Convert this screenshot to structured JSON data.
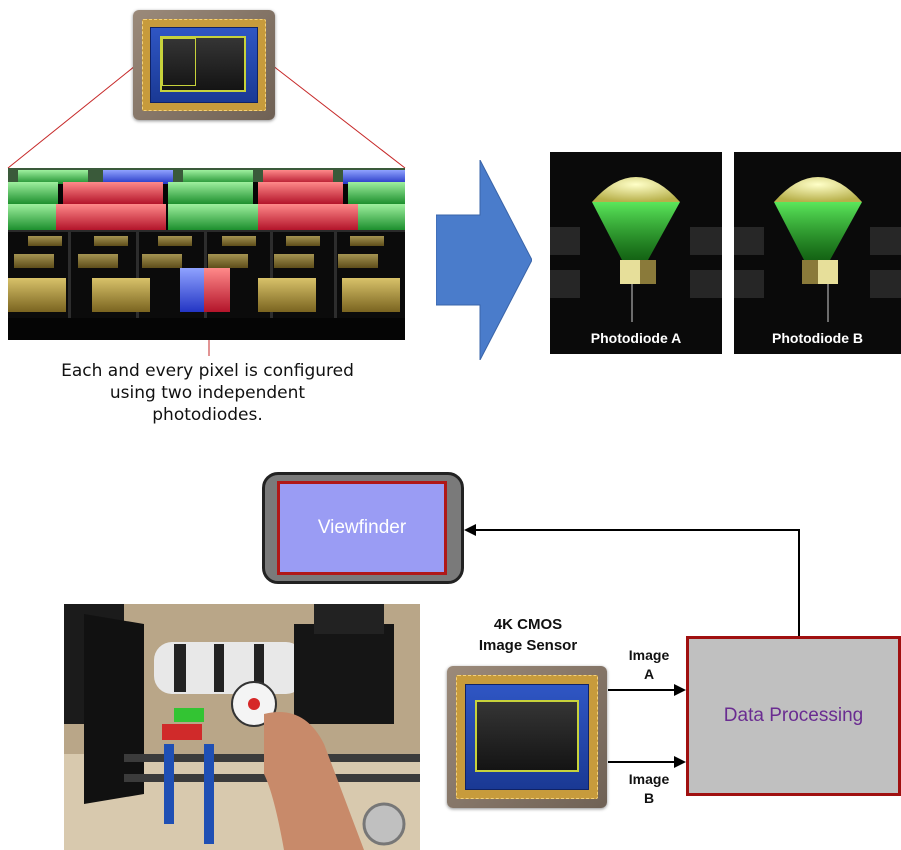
{
  "caption": {
    "line1": "Each and every pixel is configured",
    "line2": "using two independent",
    "line3": "photodiodes."
  },
  "photodiodes": {
    "a_label": "Photodiode A",
    "b_label": "Photodiode B"
  },
  "viewfinder": {
    "label": "Viewfinder"
  },
  "data_processing": {
    "label": "Data Processing"
  },
  "sensor": {
    "line1": "4K CMOS",
    "line2": "Image Sensor"
  },
  "image_a": {
    "line1": "Image",
    "line2": "A"
  },
  "image_b": {
    "line1": "Image",
    "line2": "B"
  },
  "colors": {
    "viewfinder_fill": "#9a9cf4",
    "box_border": "#b01818",
    "data_processing_fill": "#c0c0c0",
    "data_processing_text": "#6a2c91",
    "arrow_fill": "#4a7ccb"
  }
}
